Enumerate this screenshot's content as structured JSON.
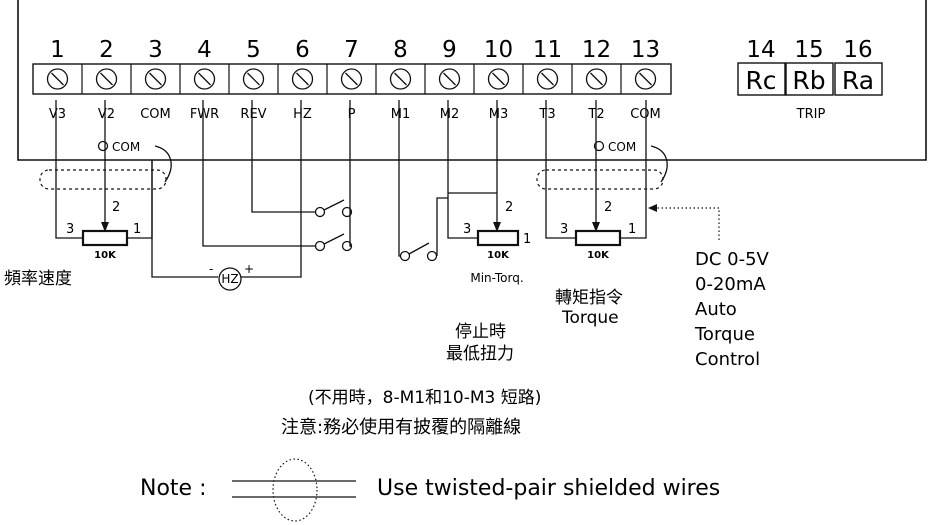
{
  "terminals": [
    {
      "num": "1",
      "label": "V3"
    },
    {
      "num": "2",
      "label": "V2"
    },
    {
      "num": "3",
      "label": "COM"
    },
    {
      "num": "4",
      "label": "FWR"
    },
    {
      "num": "5",
      "label": "REV"
    },
    {
      "num": "6",
      "label": "HZ"
    },
    {
      "num": "7",
      "label": "P"
    },
    {
      "num": "8",
      "label": "M1"
    },
    {
      "num": "9",
      "label": "M2"
    },
    {
      "num": "10",
      "label": "M3"
    },
    {
      "num": "11",
      "label": "T3"
    },
    {
      "num": "12",
      "label": "T2"
    },
    {
      "num": "13",
      "label": "COM"
    }
  ],
  "relay": {
    "terminals": [
      {
        "num": "14",
        "label": "Rc"
      },
      {
        "num": "15",
        "label": "Rb"
      },
      {
        "num": "16",
        "label": "Ra"
      }
    ],
    "caption": "TRIP"
  },
  "pots": [
    {
      "value": "10K",
      "pin_left": "3",
      "pin_wiper": "2",
      "pin_right": "1",
      "com_label": "COM"
    },
    {
      "value": "10K",
      "pin_left": "3",
      "pin_wiper": "2",
      "pin_right": "1",
      "sub_label": "Min-Torq."
    },
    {
      "value": "10K",
      "pin_left": "3",
      "pin_wiper": "2",
      "pin_right": "1",
      "com_label": "COM"
    }
  ],
  "meter": {
    "label": "HZ",
    "minus": "-",
    "plus": "+"
  },
  "labels": {
    "freq_speed": "頻率速度",
    "torque_cmd": "轉矩指令",
    "torque_en": "Torque",
    "stop_line1": "停止時",
    "stop_line2": "最低扭力",
    "dc_lines": [
      "DC  0-5V",
      "0-20mA",
      "Auto",
      "Torque",
      "Control"
    ],
    "short_note": "(不用時，8-M1和10-M3 短路)",
    "warning": "注意:務必使用有披覆的隔離線",
    "note_prefix": "Note :",
    "note_text": "Use twisted-pair shielded wires"
  }
}
